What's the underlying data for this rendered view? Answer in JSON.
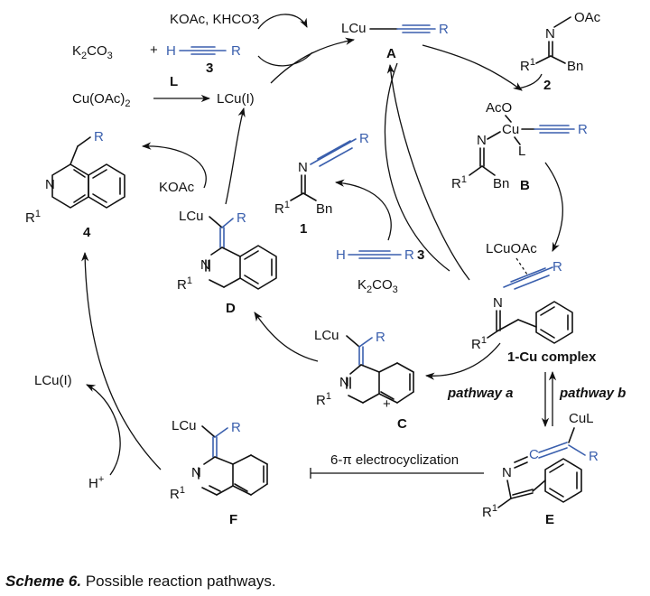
{
  "scheme": {
    "reagents_top": "KOAc, KHCO3",
    "k2co3_left": "K2CO3",
    "plus": "+",
    "h": "H",
    "r": "R",
    "num3": "3",
    "ligand_L": "L",
    "cu_oac2": "Cu(OAc)2",
    "lcu_i": "LCu(I)",
    "lcu": "LCu",
    "label_A": "A",
    "oxime_oac": "OAc",
    "n": "N",
    "r1": "R",
    "sup1": "1",
    "bn": "Bn",
    "num2": "2",
    "aco": "AcO",
    "cu": "Cu",
    "l": "L",
    "label_B": "B",
    "lcuoac": "LCuOAc",
    "complex_label": "1-Cu complex",
    "label_C": "C",
    "plus_charge": "+",
    "pathway_a": "pathway a",
    "pathway_b": "pathway b",
    "cul": "CuL",
    "c_eq": "C",
    "label_E": "E",
    "electrocyclization": "6-π electrocyclization",
    "label_F": "F",
    "h_plus": "H+",
    "label_D": "D",
    "koac": "KOAc",
    "label_1": "1",
    "k2co3_mid": "K2CO3",
    "label_4": "4"
  },
  "caption": {
    "lead": "Scheme 6.",
    "text": " Possible reaction pathways."
  }
}
